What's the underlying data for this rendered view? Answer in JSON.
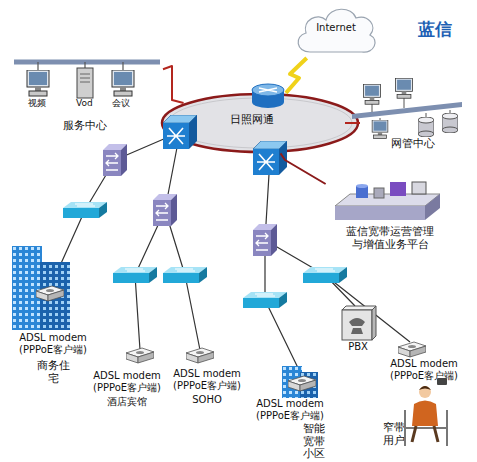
{
  "diagram": {
    "nodes": [
      {
        "text": [
          "Internet"
        ]
      },
      {
        "text": [
          "服务中心"
        ]
      },
      {
        "text": [
          "日照网通"
        ]
      },
      {
        "text": [
          "网管中心"
        ]
      },
      {
        "text": [
          "蓝信宽带运营管理与增值业务平台"
        ]
      },
      {
        "text": [
          "ADSL modem (PPPoE客户端)",
          "商务住宅"
        ]
      },
      {
        "text": [
          "ADSL modem (PPPoE客户端)",
          "酒店宾馆"
        ]
      },
      {
        "text": [
          "ADSL modem (PPPoE客户端)",
          "SOHO"
        ]
      },
      {
        "text": [
          "ADSL modem (PPPoE客户端)",
          "智能宽带小区"
        ]
      },
      {
        "text": [
          "PBX"
        ]
      },
      {
        "text": [
          "ADSL modem (PPPoE客户端)",
          "窄带用户"
        ]
      }
    ],
    "edges": [
      {
        "from": 0,
        "to": 2,
        "arrow": "none"
      },
      {
        "from": 1,
        "to": 2,
        "arrow": "none"
      },
      {
        "from": 3,
        "to": 2,
        "arrow": "none"
      },
      {
        "from": 2,
        "to": 4,
        "arrow": "none"
      }
    ],
    "labels": [
      "蓝信",
      "视频",
      "Vod",
      "会议"
    ]
  }
}
